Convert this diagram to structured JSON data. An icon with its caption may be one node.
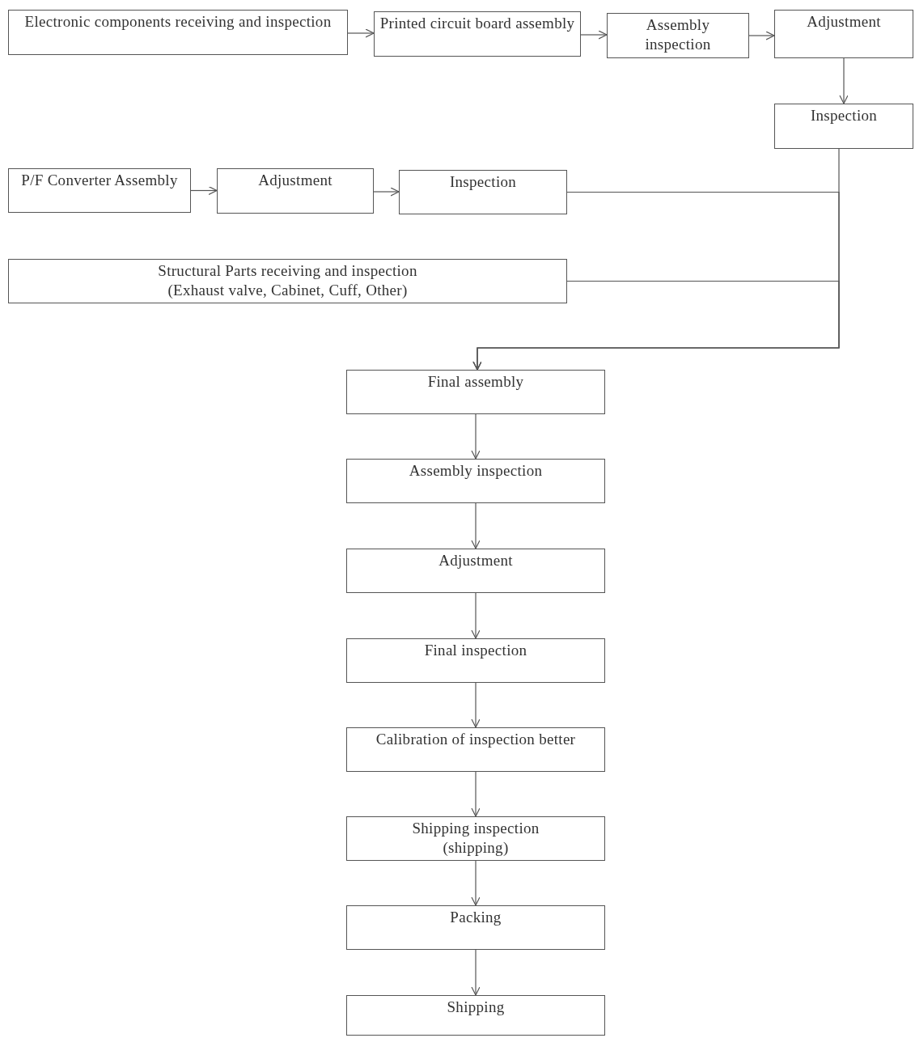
{
  "diagram": {
    "nodes": [
      {
        "text": [
          "Electronic components receiving and inspection"
        ]
      },
      {
        "text": [
          "Printed circuit board assembly"
        ]
      },
      {
        "text": [
          "Assembly inspection"
        ]
      },
      {
        "text": [
          "Adjustment"
        ]
      },
      {
        "text": [
          "Inspection"
        ]
      },
      {
        "text": [
          "P/F Converter Assembly"
        ]
      },
      {
        "text": [
          "Adjustment"
        ]
      },
      {
        "text": [
          "Inspection"
        ]
      },
      {
        "text": [
          "Structural Parts receiving and inspection",
          "(Exhaust valve, Cabinet, Cuff, Other)"
        ]
      },
      {
        "text": [
          "Final assembly"
        ]
      },
      {
        "text": [
          "Assembly inspection"
        ]
      },
      {
        "text": [
          "Adjustment"
        ]
      },
      {
        "text": [
          "Final inspection"
        ]
      },
      {
        "text": [
          "Calibration of inspection better"
        ]
      },
      {
        "text": [
          "Shipping inspection",
          "(shipping)"
        ]
      },
      {
        "text": [
          "Packing"
        ]
      },
      {
        "text": [
          "Shipping"
        ]
      }
    ],
    "edges": [
      {
        "from": 0,
        "to": 1,
        "arrow": "to"
      },
      {
        "from": 1,
        "to": 2,
        "arrow": "to"
      },
      {
        "from": 2,
        "to": 3,
        "arrow": "to"
      },
      {
        "from": 3,
        "to": 4,
        "arrow": "to"
      },
      {
        "from": 5,
        "to": 6,
        "arrow": "to"
      },
      {
        "from": 6,
        "to": 7,
        "arrow": "to"
      },
      {
        "from": 4,
        "to": 9,
        "arrow": "to"
      },
      {
        "from": 7,
        "to": 9,
        "arrow": "to"
      },
      {
        "from": 8,
        "to": 9,
        "arrow": "to"
      },
      {
        "from": 9,
        "to": 10,
        "arrow": "to"
      },
      {
        "from": 10,
        "to": 11,
        "arrow": "to"
      },
      {
        "from": 11,
        "to": 12,
        "arrow": "to"
      },
      {
        "from": 12,
        "to": 13,
        "arrow": "to"
      },
      {
        "from": 13,
        "to": 14,
        "arrow": "to"
      },
      {
        "from": 14,
        "to": 15,
        "arrow": "to"
      },
      {
        "from": 15,
        "to": 16,
        "arrow": "to"
      }
    ]
  }
}
